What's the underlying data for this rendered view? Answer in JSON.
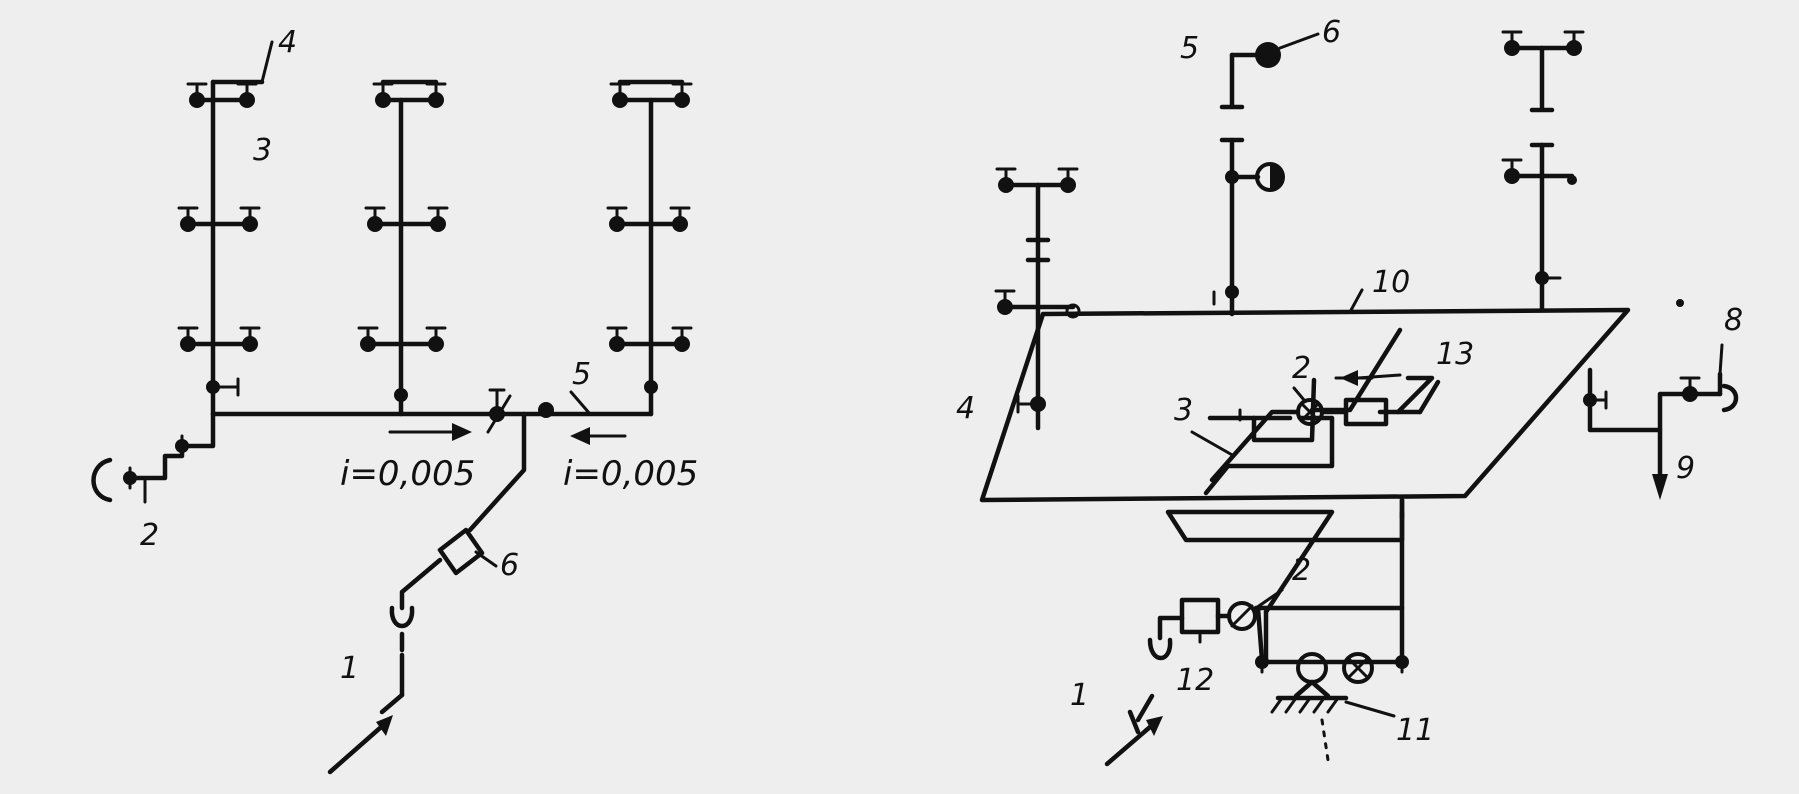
{
  "left_scheme": {
    "labels": {
      "n1": "1",
      "n2": "2",
      "n3": "3",
      "n4": "4",
      "n5": "5",
      "n6": "6"
    },
    "slope_left": "i=0,005",
    "slope_right": "i=0,005"
  },
  "right_scheme": {
    "labels": {
      "n1": "1",
      "n2a": "2",
      "n2b": "2",
      "n3": "3",
      "n4": "4",
      "n5": "5",
      "n6": "6",
      "n8": "8",
      "n9": "9",
      "n10": "10",
      "n11": "11",
      "n12": "12",
      "n13": "13"
    }
  }
}
